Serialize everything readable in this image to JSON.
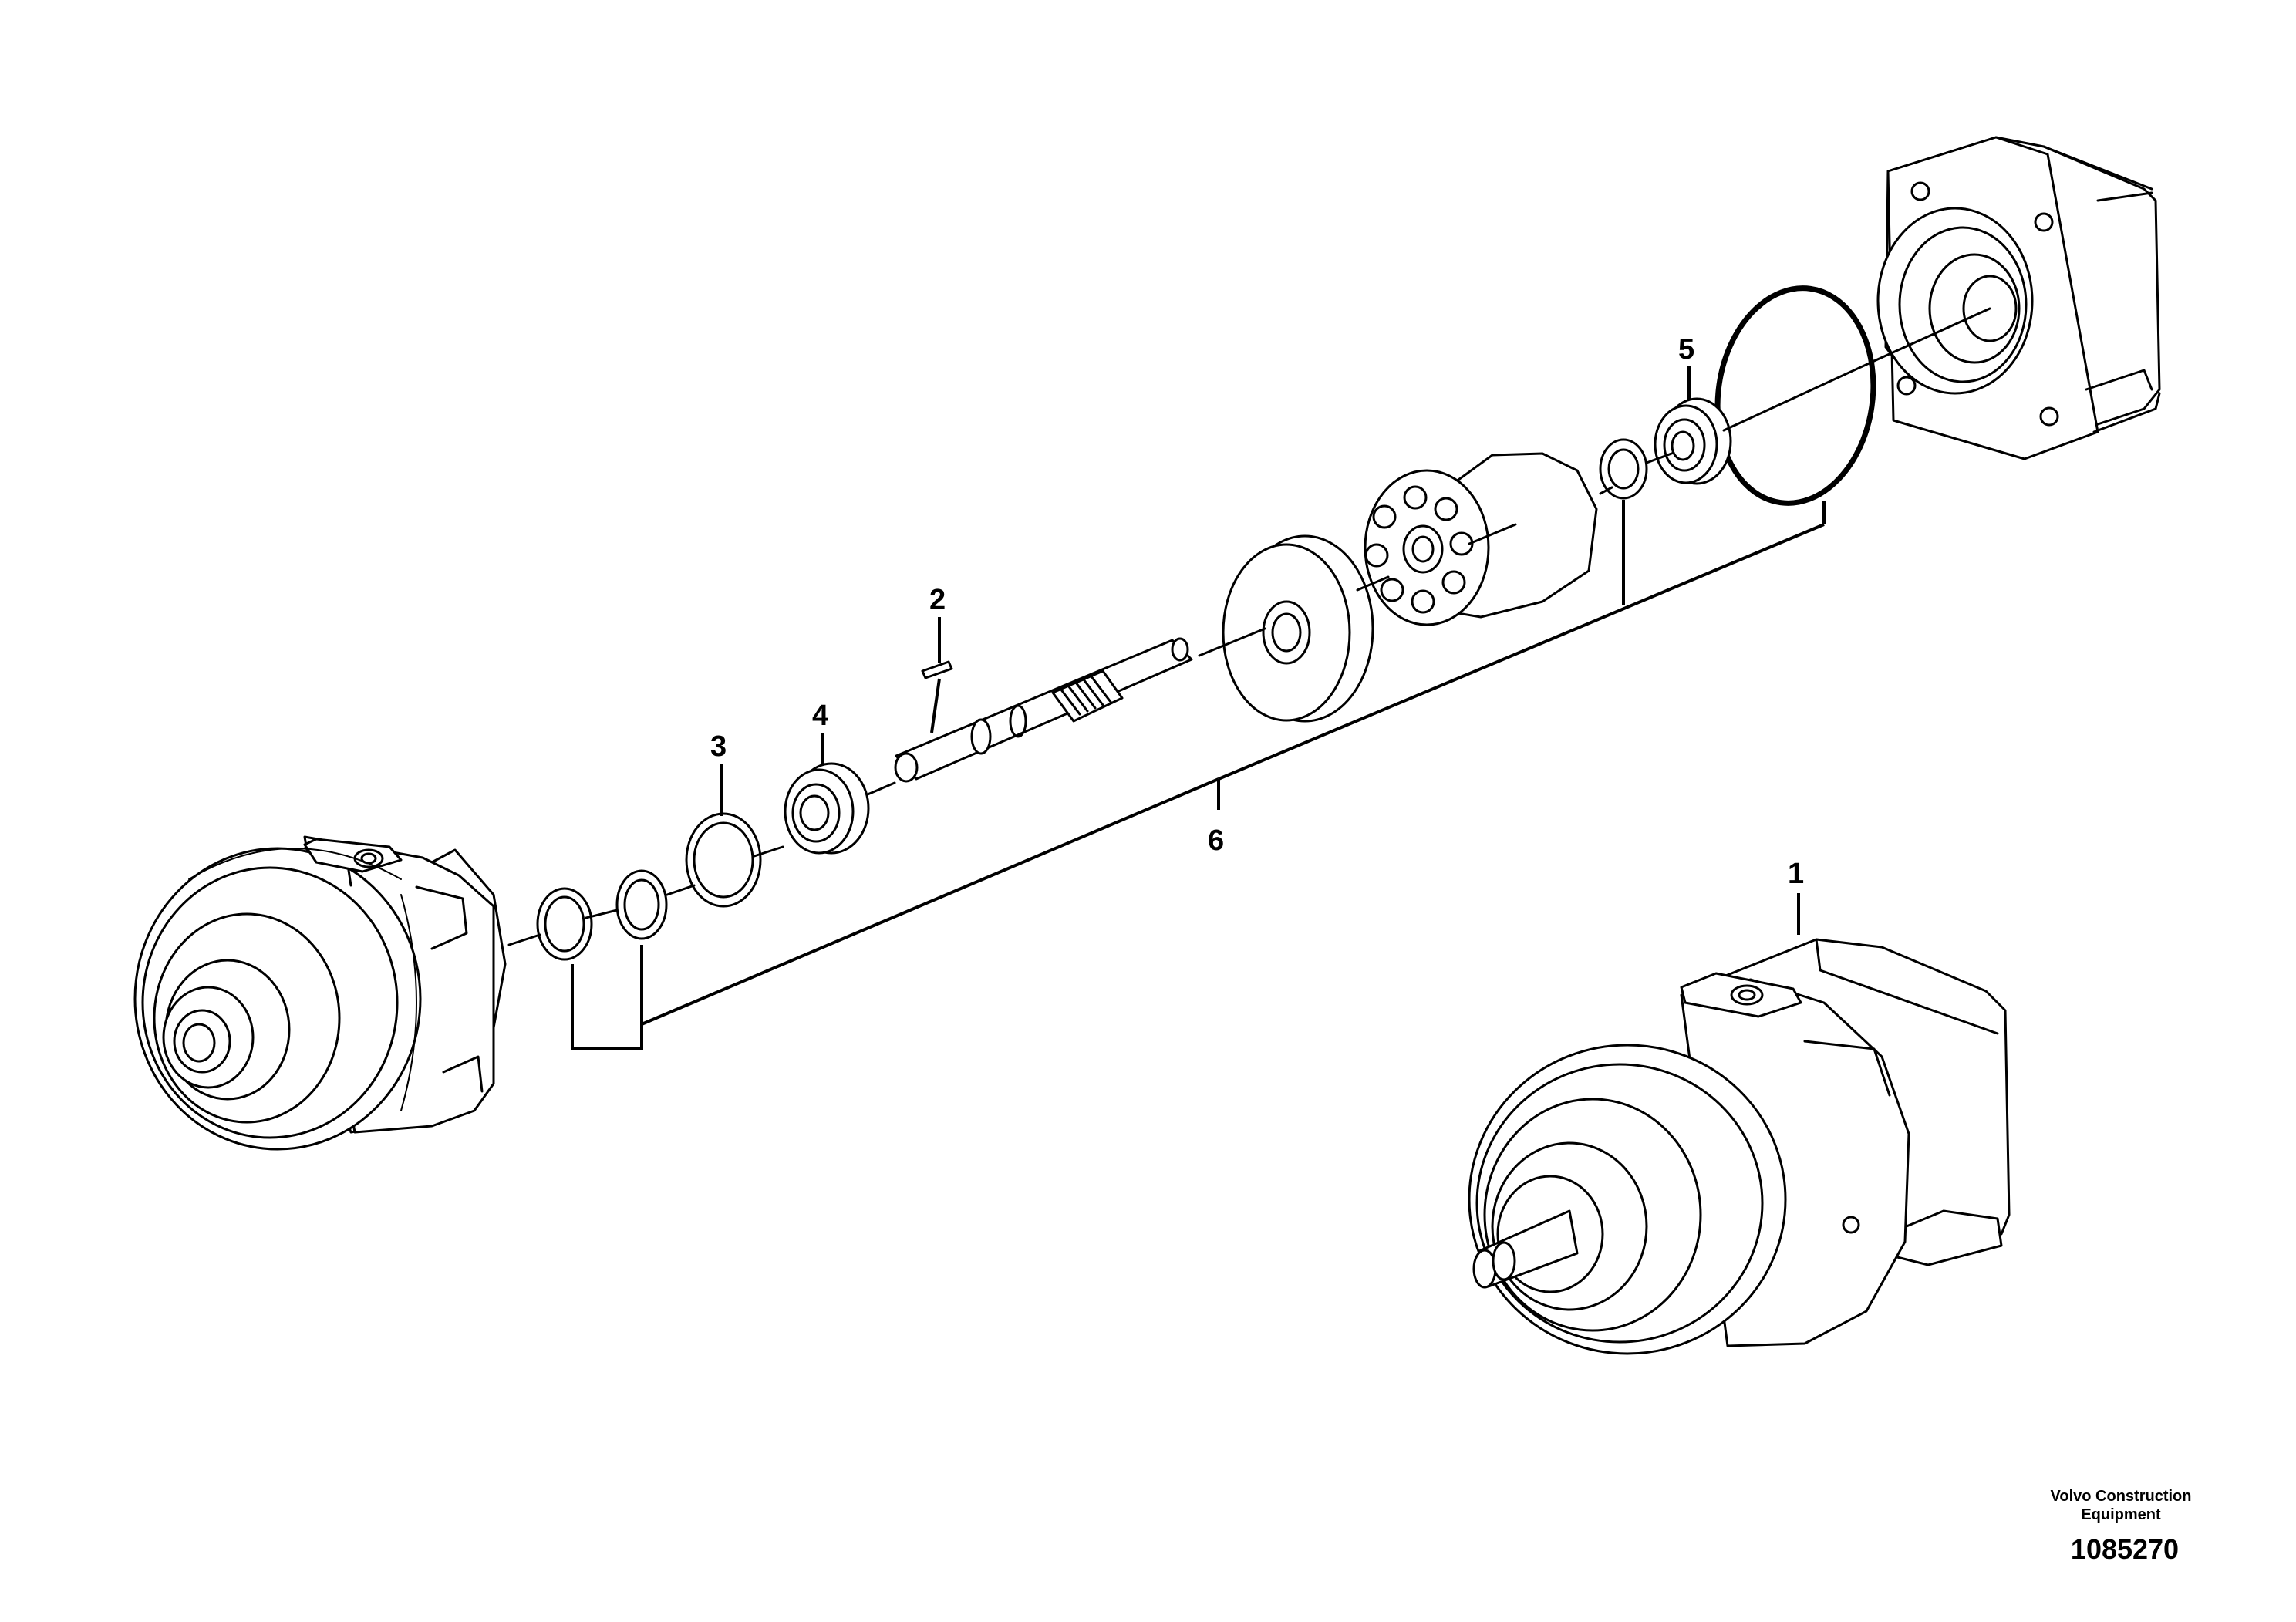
{
  "callouts": {
    "c1": "1",
    "c2": "2",
    "c3": "3",
    "c4": "4",
    "c5": "5",
    "c6": "6"
  },
  "brand": {
    "line1": "Volvo Construction",
    "line2": "Equipment"
  },
  "drawing_number": "1085270",
  "parts": [
    {
      "ref": "1",
      "name": "hydraulic-motor-assembly"
    },
    {
      "ref": "2",
      "name": "key"
    },
    {
      "ref": "3",
      "name": "shim"
    },
    {
      "ref": "4",
      "name": "ball-bearing"
    },
    {
      "ref": "5",
      "name": "ball-bearing"
    },
    {
      "ref": "6",
      "name": "seal-kit"
    }
  ]
}
